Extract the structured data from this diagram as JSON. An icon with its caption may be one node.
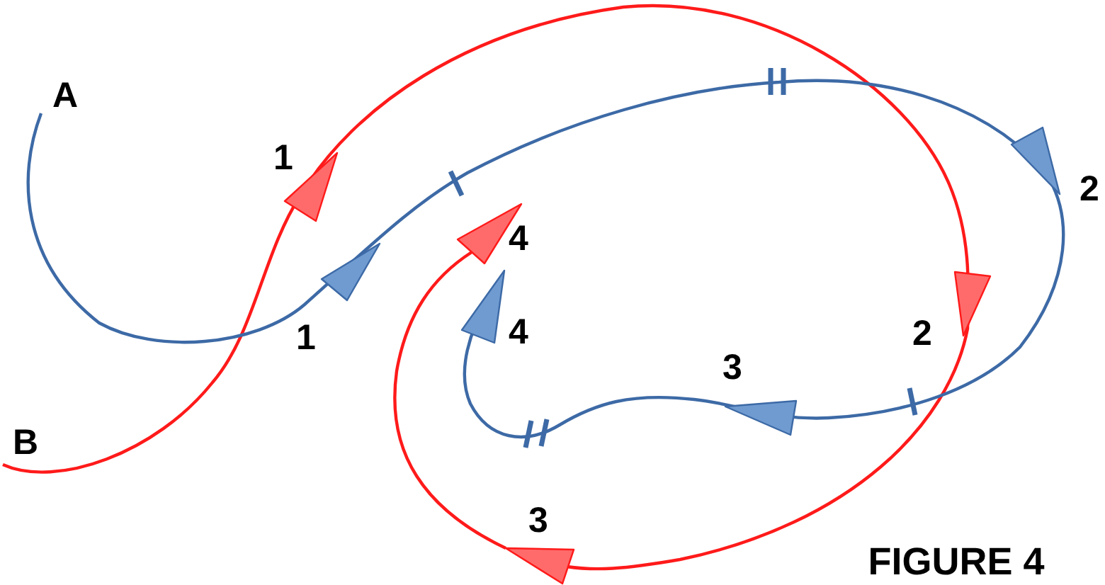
{
  "diagram": {
    "caption": "FIGURE 4",
    "labels": [
      "A",
      "1",
      "2",
      "4",
      "4",
      "2",
      "1",
      "3",
      "B",
      "3"
    ]
  }
}
